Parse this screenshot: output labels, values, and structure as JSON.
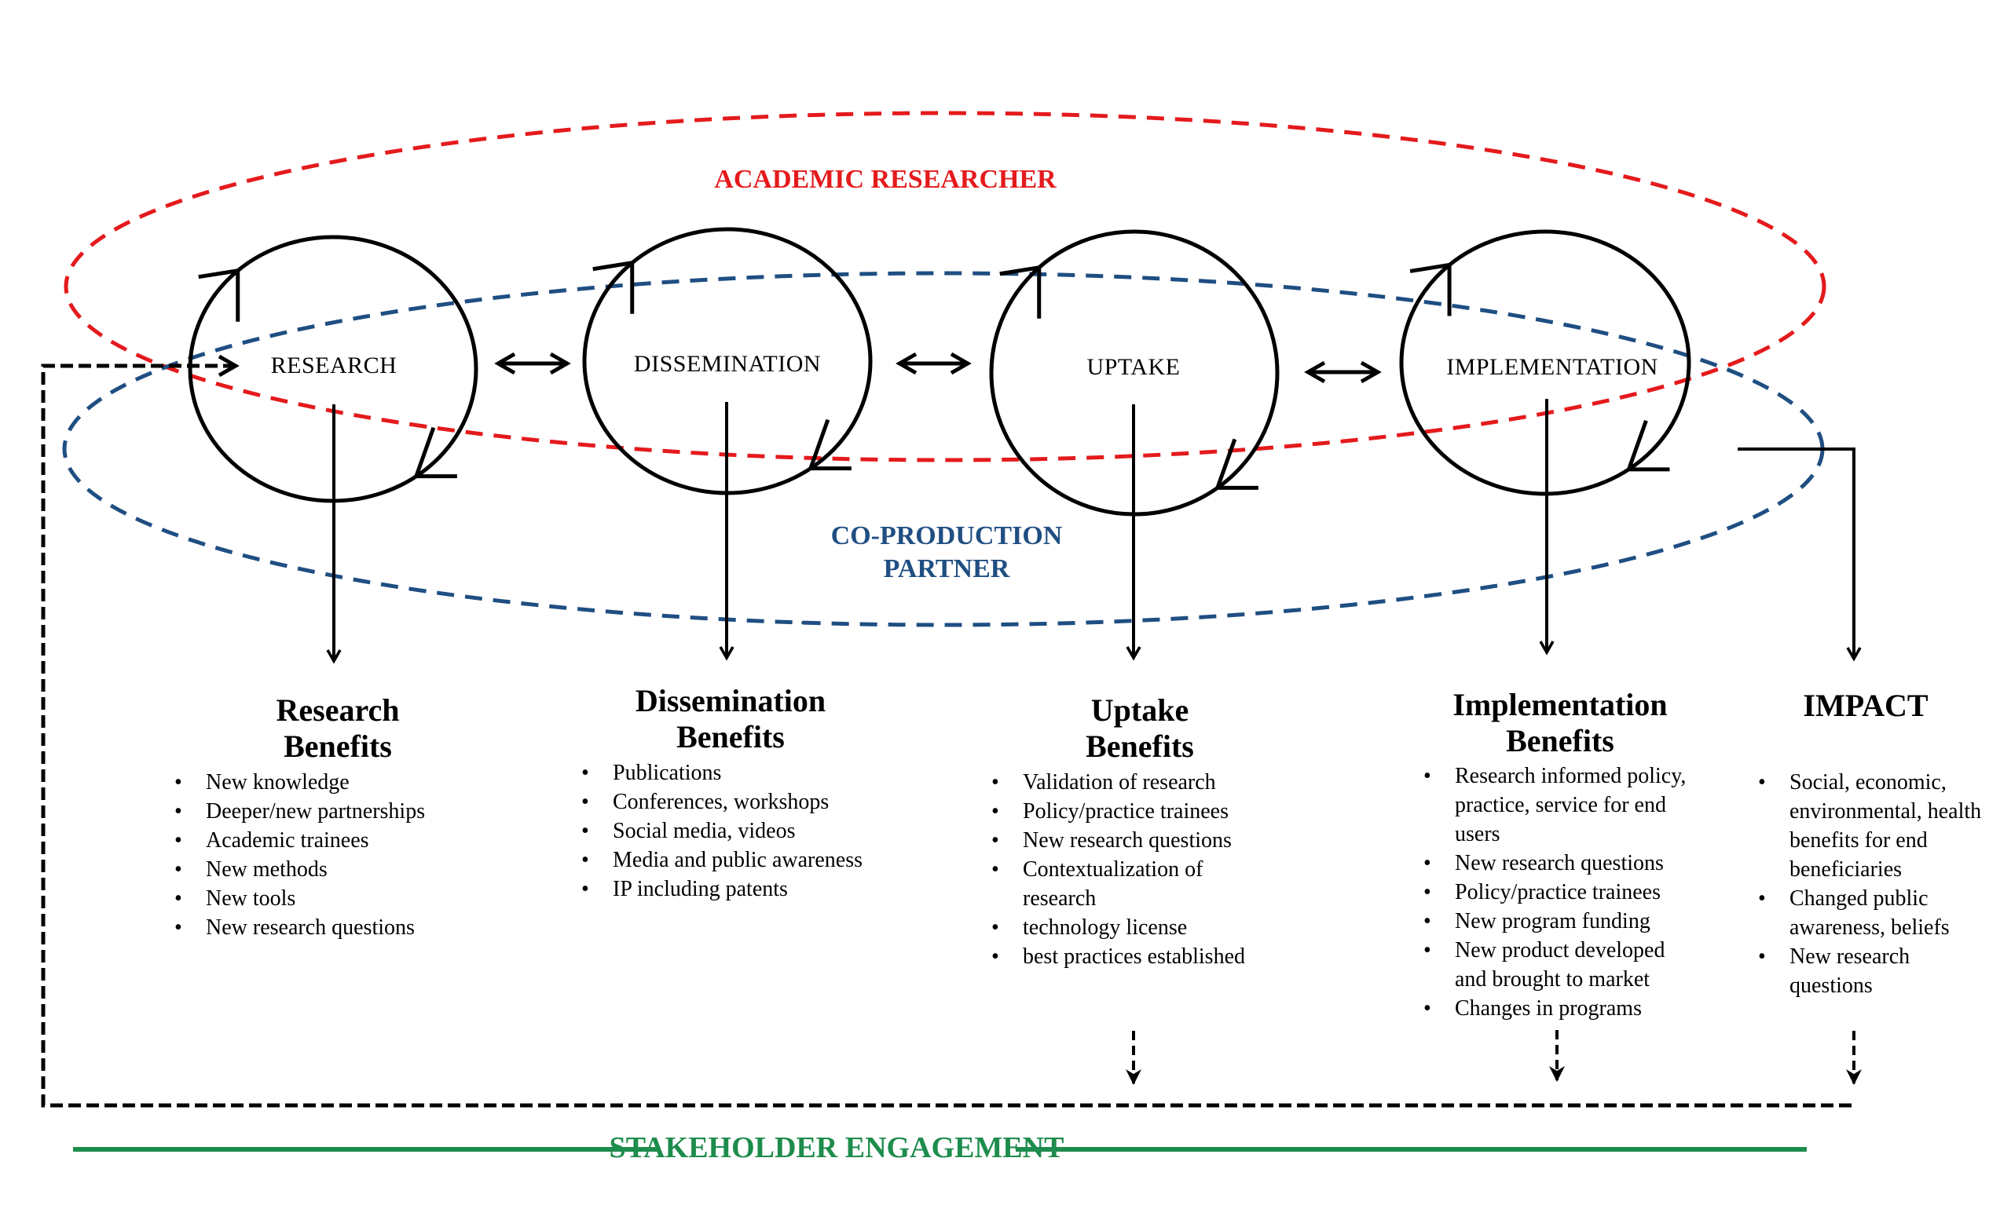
{
  "roles": {
    "academic": "ACADEMIC RESEARCHER",
    "partner_line1": "CO-PRODUCTION",
    "partner_line2": "PARTNER"
  },
  "stages": [
    {
      "label": "RESEARCH"
    },
    {
      "label": "DISSEMINATION"
    },
    {
      "label": "UPTAKE"
    },
    {
      "label": "IMPLEMENTATION"
    }
  ],
  "columns": [
    {
      "title_line1": "Research",
      "title_line2": "Benefits",
      "items": [
        "New knowledge",
        "Deeper/new partnerships",
        "Academic trainees",
        "New methods",
        "New tools",
        "New research questions"
      ]
    },
    {
      "title_line1": "Dissemination",
      "title_line2": "Benefits",
      "items": [
        "Publications",
        "Conferences, workshops",
        "Social media, videos",
        "Media and public awareness",
        "IP including patents"
      ]
    },
    {
      "title_line1": "Uptake",
      "title_line2": "Benefits",
      "items": [
        "Validation of research",
        "Policy/practice trainees",
        "New research questions",
        "Contextualization of research",
        "technology license",
        "best practices established"
      ]
    },
    {
      "title_line1": "Implementation",
      "title_line2": "Benefits",
      "items": [
        "Research informed policy, practice, service for end users",
        "New research questions",
        "Policy/practice trainees",
        "New program funding",
        "New product developed and brought to market",
        "Changes in programs"
      ]
    },
    {
      "title_line1": "IMPACT",
      "title_line2": "",
      "items": [
        "Social, economic, environmental, health benefits for end beneficiaries",
        "Changed public awareness, beliefs",
        "New research questions"
      ]
    }
  ],
  "footer": {
    "engagement": "STAKEHOLDER ENGAGEMENT"
  },
  "colors": {
    "academic": "#e41a1c",
    "partner": "#1f4e82",
    "engagement": "#1e8c4c",
    "line": "#000000"
  }
}
